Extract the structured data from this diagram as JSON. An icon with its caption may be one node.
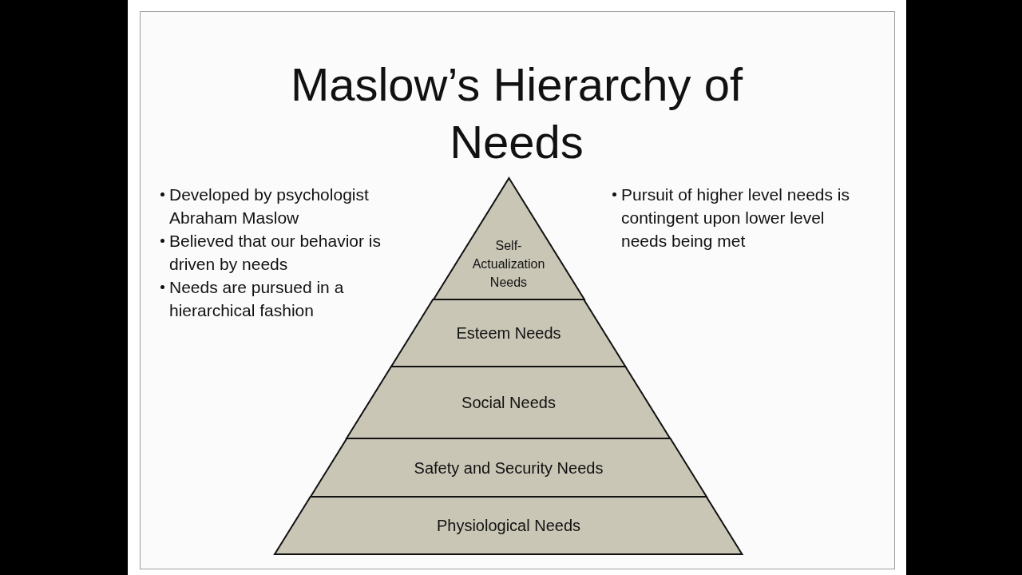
{
  "diagram": {
    "title": "Maslow’s Hierarchy of Needs",
    "nodes": [
      {
        "text": [
          "Self-Actualization Needs"
        ]
      },
      {
        "text": [
          "Esteem Needs"
        ]
      },
      {
        "text": [
          "Social Needs"
        ]
      },
      {
        "text": [
          "Safety and Security Needs"
        ]
      },
      {
        "text": [
          "Physiological Needs"
        ]
      }
    ],
    "labels": [
      "Developed by psychologist Abraham Maslow",
      "Believed that our behavior is driven by needs",
      "Needs are pursued in a hierarchical fashion",
      "Pursuit of higher level needs is contingent upon lower level needs being met"
    ]
  }
}
